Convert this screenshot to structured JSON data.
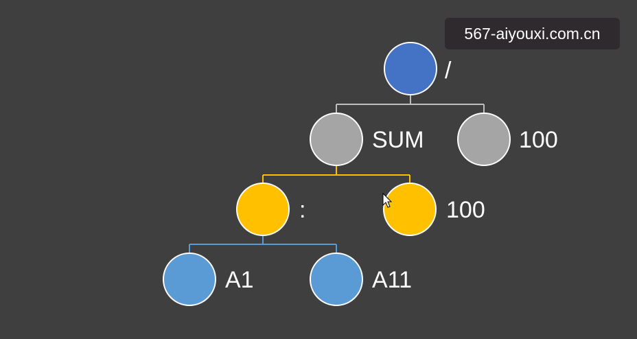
{
  "watermark": {
    "text": "567-aiyouxi.com.cn"
  },
  "colors": {
    "background": "#3f3f3f",
    "root_node": "#4472c4",
    "level1_node": "#a5a5a5",
    "level2_node": "#ffc000",
    "level3_node": "#5b9bd5",
    "grey_connector": "#bfbfbf",
    "yellow_connector": "#ffc000",
    "blue_connector": "#5b9bd5",
    "node_border": "#ffffff"
  },
  "tree": {
    "nodes": [
      {
        "id": "root",
        "label": "/",
        "level": 0
      },
      {
        "id": "sum",
        "label": "SUM",
        "level": 1
      },
      {
        "id": "hundred-a",
        "label": "100",
        "level": 1
      },
      {
        "id": "colon",
        "label": ":",
        "level": 2
      },
      {
        "id": "hundred-b",
        "label": "100",
        "level": 2
      },
      {
        "id": "a1",
        "label": "A1",
        "level": 3
      },
      {
        "id": "a11",
        "label": "A11",
        "level": 3
      }
    ],
    "edges": [
      {
        "from": "root",
        "to": "sum",
        "color": "grey"
      },
      {
        "from": "root",
        "to": "hundred-a",
        "color": "grey"
      },
      {
        "from": "sum",
        "to": "colon",
        "color": "yellow"
      },
      {
        "from": "sum",
        "to": "hundred-b",
        "color": "yellow"
      },
      {
        "from": "colon",
        "to": "a1",
        "color": "blue"
      },
      {
        "from": "colon",
        "to": "a11",
        "color": "blue"
      }
    ]
  }
}
